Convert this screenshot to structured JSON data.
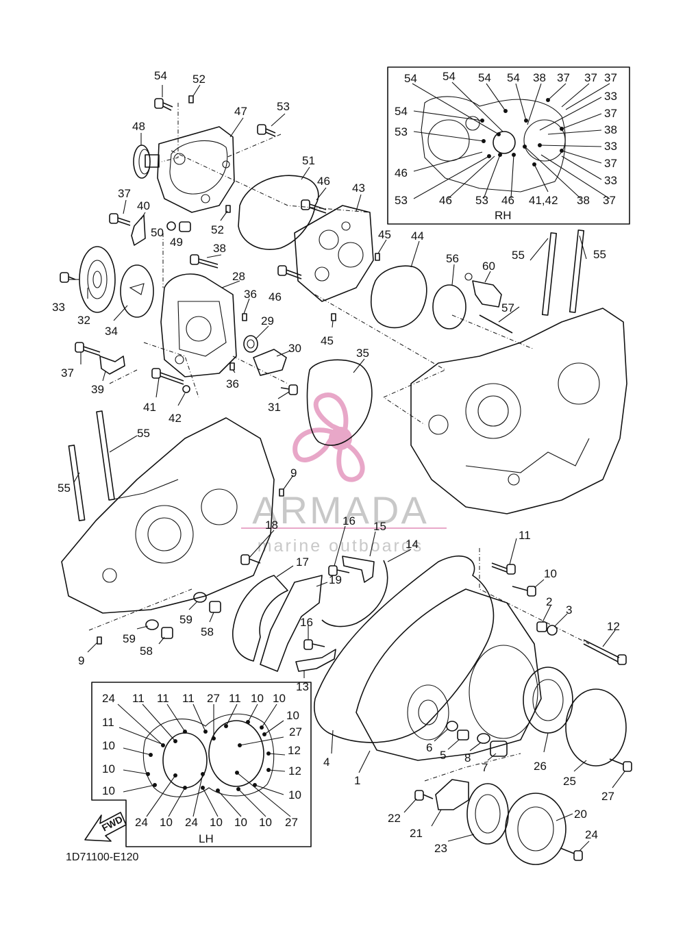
{
  "diagram_code": "1D71100-E120",
  "panels": {
    "rh_title": "RH",
    "lh_title": "LH"
  },
  "fwd_label": "FWD",
  "watermark": {
    "brand": "ARMADA",
    "tagline": "marine outboards",
    "logo_color": "#e8a7c8"
  },
  "labels": {
    "l54a": "54",
    "l52a": "52",
    "l47": "47",
    "l53a": "53",
    "l48": "48",
    "l51": "51",
    "l46a": "46",
    "l43": "43",
    "l37a": "37",
    "l40": "40",
    "l50": "50",
    "l49": "49",
    "l52b": "52",
    "l38a": "38",
    "l28": "28",
    "l36a": "36",
    "l46b": "46",
    "l45a": "45",
    "l44": "44",
    "l56": "56",
    "l60": "60",
    "l55a": "55",
    "l55b": "55",
    "l57": "57",
    "l33a": "33",
    "l32": "32",
    "l34": "34",
    "l29": "29",
    "l45b": "45",
    "l30": "30",
    "l35": "35",
    "l37b": "37",
    "l39": "39",
    "l36b": "36",
    "l41": "41",
    "l42": "42",
    "l31": "31",
    "l55c": "55",
    "l55d": "55",
    "l9a": "9",
    "l16a": "16",
    "l15": "15",
    "l18": "18",
    "l14": "14",
    "l11a": "11",
    "l17": "17",
    "l19": "19",
    "l10a": "10",
    "l2": "2",
    "l3": "3",
    "l12a": "12",
    "l59a": "59",
    "l58a": "58",
    "l59b": "59",
    "l58b": "58",
    "l9b": "9",
    "l16b": "16",
    "l13": "13",
    "l4": "4",
    "l6": "6",
    "l5": "5",
    "l8": "8",
    "l7": "7",
    "l26": "26",
    "l25": "25",
    "l27a": "27",
    "l1": "1",
    "l22": "22",
    "l21": "21",
    "l23": "23",
    "l20": "20",
    "l24a": "24",
    "rh1": "54",
    "rh2": "54",
    "rh3": "54",
    "rh4": "54",
    "rh5": "38",
    "rh6": "37",
    "rh7": "37",
    "rh8": "37",
    "rh9": "54",
    "rh10": "33",
    "rh11": "37",
    "rh12": "53",
    "rh13": "38",
    "rh14": "33",
    "rh15": "46",
    "rh16": "37",
    "rh17": "33",
    "rh18": "53",
    "rh19": "46",
    "rh20": "53",
    "rh21": "46",
    "rh22": "41,42",
    "rh23": "38",
    "rh24": "37",
    "lh1": "24",
    "lh2": "11",
    "lh3": "11",
    "lh4": "11",
    "lh5": "27",
    "lh6": "11",
    "lh7": "10",
    "lh8": "10",
    "lh9": "11",
    "lh10": "10",
    "lh11": "27",
    "lh12": "10",
    "lh13": "12",
    "lh14": "10",
    "lh15": "12",
    "lh16": "10",
    "lh17": "10",
    "lh18": "24",
    "lh19": "10",
    "lh20": "24",
    "lh21": "10",
    "lh22": "10",
    "lh23": "10",
    "lh24": "27"
  }
}
